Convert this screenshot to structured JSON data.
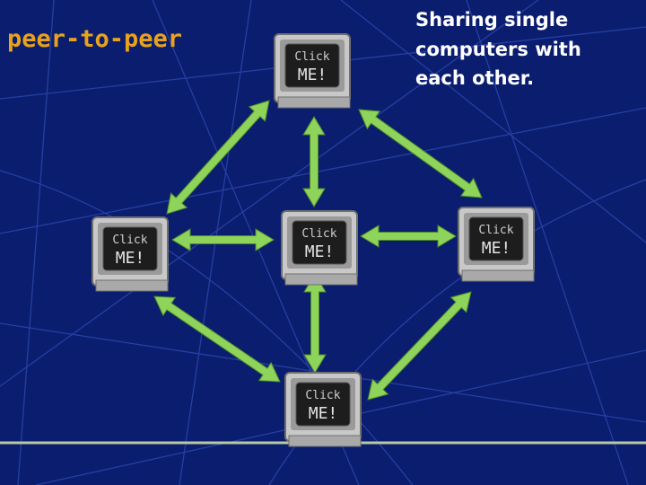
{
  "slide": {
    "title": "peer-to-peer",
    "description_lines": [
      "Sharing single",
      "computers  with",
      "each other."
    ]
  },
  "computers": [
    {
      "id": "top",
      "line1": "Click",
      "line2": "ME!"
    },
    {
      "id": "left",
      "line1": "Click",
      "line2": "ME!"
    },
    {
      "id": "center",
      "line1": "Click",
      "line2": "ME!"
    },
    {
      "id": "right",
      "line1": "Click",
      "line2": "ME!"
    },
    {
      "id": "bottom",
      "line1": "Click",
      "line2": "ME!"
    }
  ],
  "colors": {
    "background": "#0b1d6e",
    "title": "#e8a21c",
    "description": "#ffffff",
    "arrow": "#8ed35a",
    "arrow_outline": "#4f8a2b",
    "floor_line": "#b7c9a1"
  }
}
